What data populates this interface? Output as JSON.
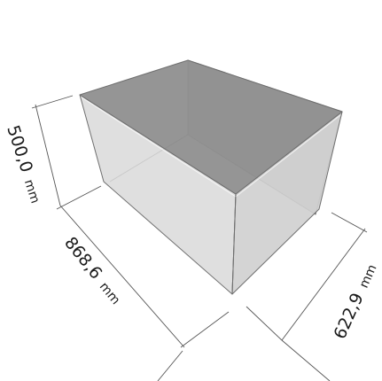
{
  "dimensions": {
    "height": {
      "value": "500,0",
      "unit": "mm"
    },
    "width": {
      "value": "868,6",
      "unit": "mm"
    },
    "depth": {
      "value": "622,9",
      "unit": "mm"
    }
  },
  "colors": {
    "glass_top": "#8f8f8f",
    "glass_side": "#d4d4d4",
    "glass_side_dark": "#a9a9a9",
    "edge": "#6f6f6f",
    "dimension_line": "#555555",
    "text": "#1a1a1a",
    "background": "#ffffff"
  }
}
